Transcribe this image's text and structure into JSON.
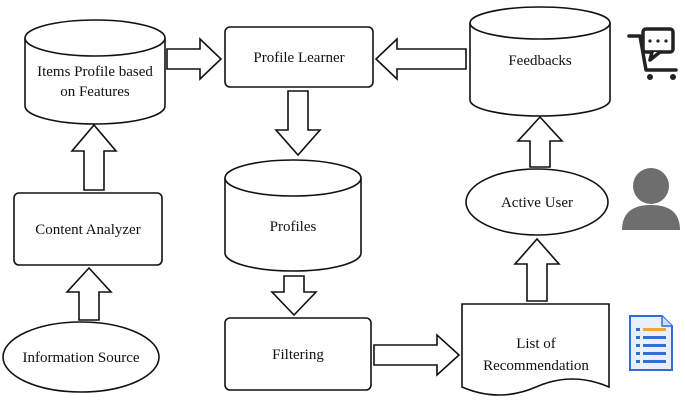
{
  "nodes": {
    "items_profile": {
      "line1": "Items Profile based",
      "line2": "on Features"
    },
    "profile_learner": {
      "label": "Profile Learner"
    },
    "feedbacks": {
      "label": "Feedbacks"
    },
    "content_analyzer": {
      "label": "Content Analyzer"
    },
    "profiles": {
      "label": "Profiles"
    },
    "active_user": {
      "label": "Active User"
    },
    "information_source": {
      "label": "Information Source"
    },
    "filtering": {
      "label": "Filtering"
    },
    "list_of_recommendation": {
      "line1": "List of",
      "line2": "Recommendation"
    }
  },
  "icons": {
    "feedback": "cart-chat-icon",
    "user": "user-avatar-icon",
    "document": "document-list-icon"
  },
  "colors": {
    "stroke": "#111111",
    "icon_dark": "#222222",
    "user_gray": "#6e6e6e",
    "doc_blue": "#2f6fd1",
    "doc_light": "#e8f1fb"
  }
}
